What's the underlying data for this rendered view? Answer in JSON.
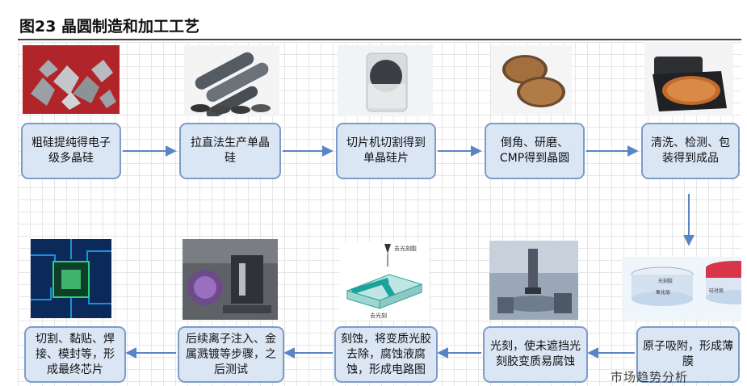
{
  "figure": {
    "title": "图23 晶圆制造和加工工艺",
    "watermark": "市场趋势分析"
  },
  "steps": [
    {
      "label": "粗硅提纯得电子级多晶硅"
    },
    {
      "label": "拉直法生产单晶硅"
    },
    {
      "label": "切片机切割得到单晶硅片"
    },
    {
      "label": "倒角、研磨、CMP得到晶圆"
    },
    {
      "label": "清洗、检测、包装得到成品"
    },
    {
      "label": "原子吸附，形成薄膜"
    },
    {
      "label": "光刻，使未遮挡光刻胶变质易腐蚀"
    },
    {
      "label": "刻蚀，将变质光胶去除，腐蚀液腐蚀，形成电路图"
    },
    {
      "label": "后续离子注入、金属溅镀等步骤，之后测试"
    },
    {
      "label": "切割、黏贴、焊接、模封等，形成最终芯片"
    }
  ],
  "images": {
    "film_a": "光刻胶",
    "film_b": "氧化层",
    "film_c": "硅衬底",
    "etch_top": "去光刻胶",
    "etch_bottom": "去光刻"
  },
  "colors": {
    "box_fill": "#dbe6f5",
    "box_border": "#7d9cc9",
    "arrow": "#5b84c4"
  }
}
